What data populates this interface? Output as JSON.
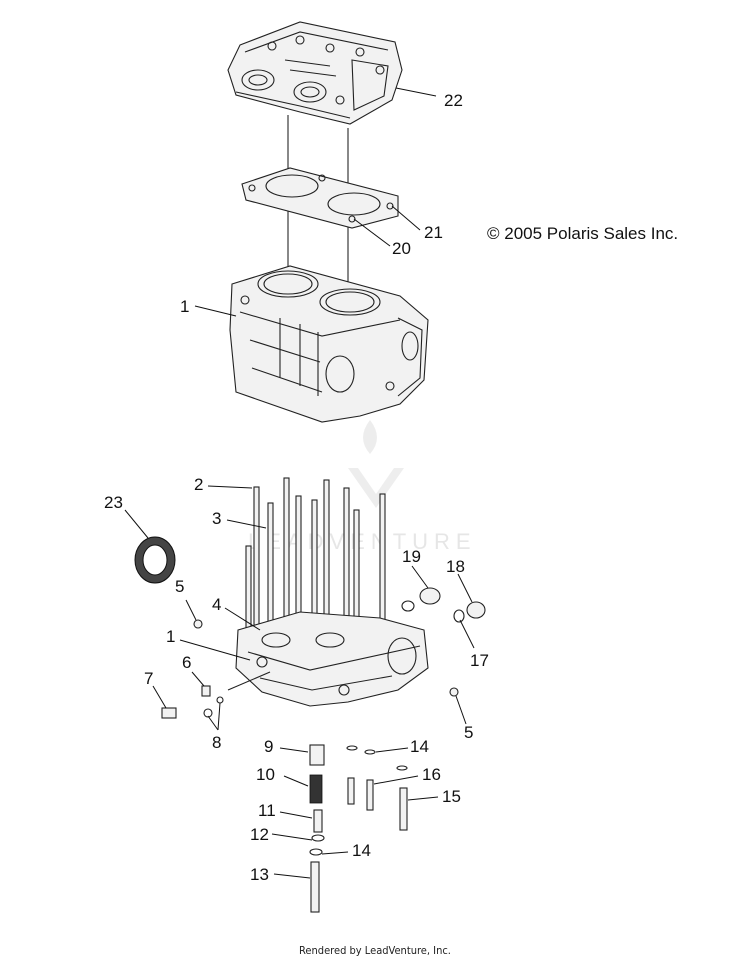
{
  "copyright": "© 2005 Polaris Sales Inc.",
  "footer": "Rendered by LeadVenture, Inc.",
  "watermark": "LEADVENTURE",
  "callouts": {
    "c22": "22",
    "c21": "21",
    "c20": "20",
    "c1a": "1",
    "c2": "2",
    "c3": "3",
    "c23": "23",
    "c5a": "5",
    "c4": "4",
    "c1b": "1",
    "c6": "6",
    "c7": "7",
    "c8": "8",
    "c19": "19",
    "c18": "18",
    "c17": "17",
    "c5b": "5",
    "c9": "9",
    "c14a": "14",
    "c10": "10",
    "c16": "16",
    "c15": "15",
    "c11": "11",
    "c12": "12",
    "c14b": "14",
    "c13": "13"
  },
  "colors": {
    "line": "#222222",
    "watermark": "#e4e4e4"
  }
}
